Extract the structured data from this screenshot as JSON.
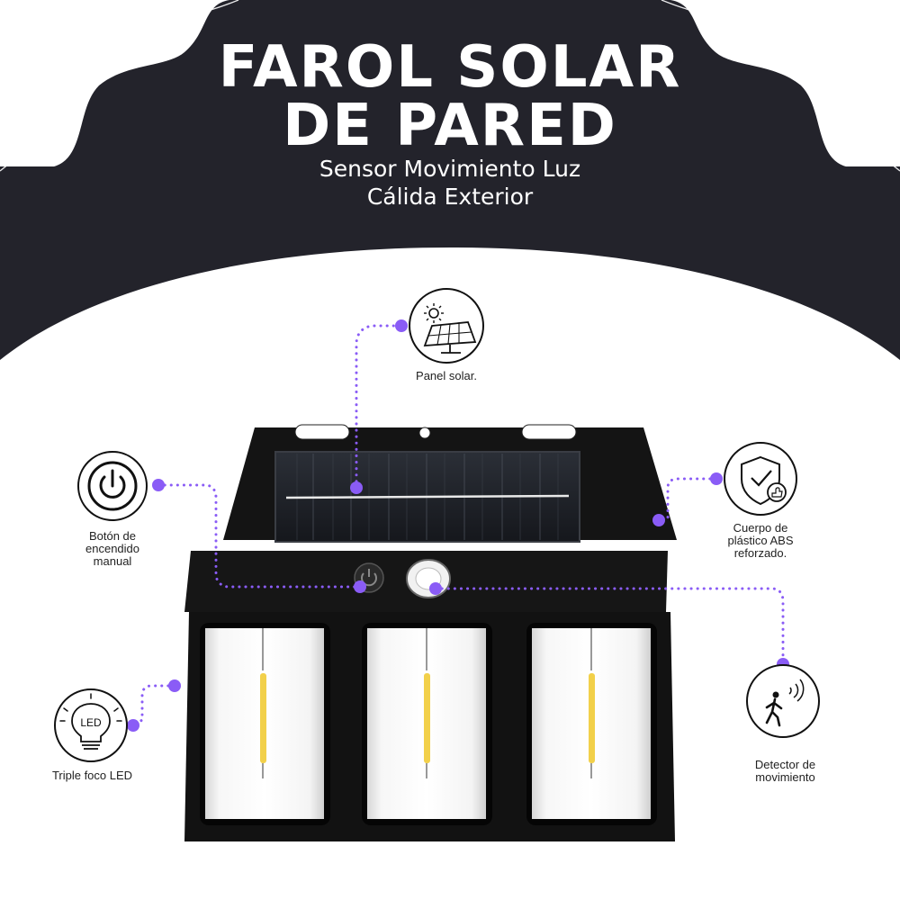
{
  "header": {
    "title_line1": "FAROL SOLAR",
    "title_line2": "DE PARED",
    "subtitle_line1": "Sensor Movimiento Luz",
    "subtitle_line2": "Cálida Exterior"
  },
  "features": {
    "solar_panel": "Panel solar.",
    "power_button": [
      "Botón de",
      "encendido",
      "manual"
    ],
    "abs_body": [
      "Cuerpo de",
      "plástico ABS",
      "reforzado."
    ],
    "motion_detector": [
      "Detector de",
      "movimiento"
    ],
    "led": "Triple foco LED",
    "led_icon_text": "LED"
  },
  "colors": {
    "header_bg": "#23232b",
    "accent": "#8a5cf6",
    "product_body": "#111111",
    "led_filament": "#f2d04a"
  },
  "icons": [
    "solar-panel-icon",
    "power-icon",
    "shield-check-icon",
    "motion-sensor-icon",
    "led-bulb-icon"
  ]
}
